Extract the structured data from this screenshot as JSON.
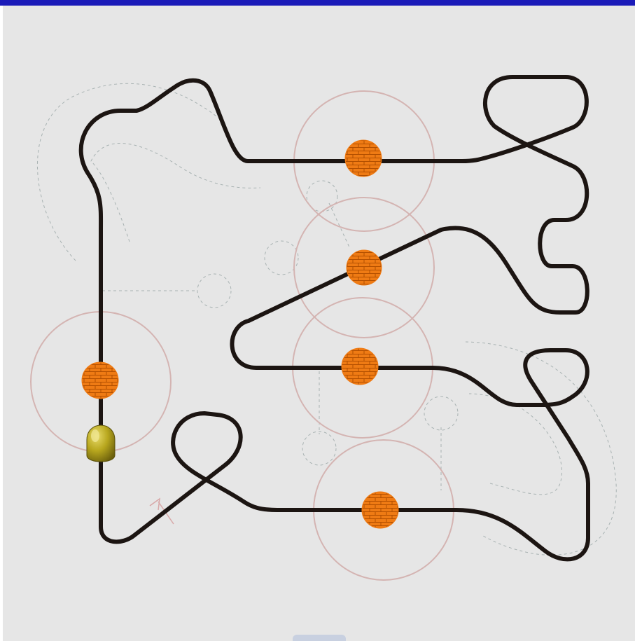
{
  "game": {
    "colors": {
      "background": "#e6e6e6",
      "header_bar": "#1a1ab8",
      "track": "#1c1512",
      "zone_ring": "#d4b4b2",
      "hint_line": "#a8b2b2",
      "obstacle_fill": "#ef7b14",
      "obstacle_mortar": "#b24f00",
      "robot_body": "#b8a71e"
    },
    "track_icon": "line-track",
    "obstacle_icon": "brick-wall-icon",
    "robot_icon": "line-follower-robot",
    "obstacle_count": 5
  }
}
